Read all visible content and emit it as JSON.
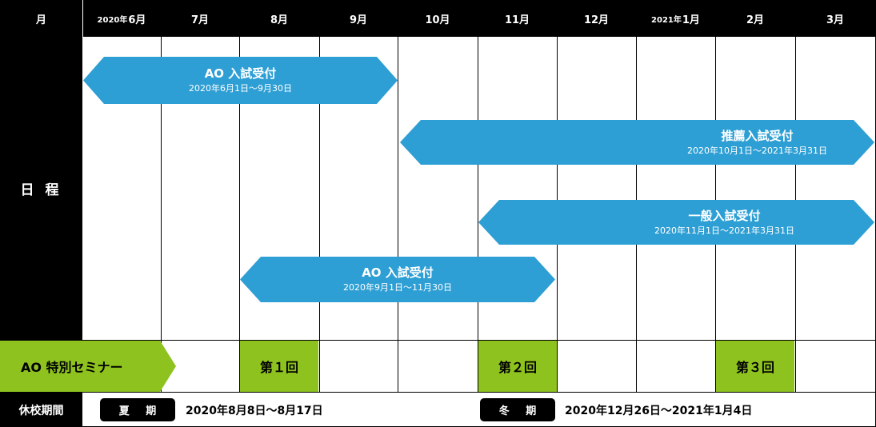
{
  "header": {
    "month_label": "月",
    "months": [
      {
        "year": "2020年",
        "month": "6月"
      },
      {
        "year": "",
        "month": "7月"
      },
      {
        "year": "",
        "month": "8月"
      },
      {
        "year": "",
        "month": "9月"
      },
      {
        "year": "",
        "month": "10月"
      },
      {
        "year": "",
        "month": "11月"
      },
      {
        "year": "",
        "month": "12月"
      },
      {
        "year": "2021年",
        "month": "1月"
      },
      {
        "year": "",
        "month": "2月"
      },
      {
        "year": "",
        "month": "3月"
      }
    ]
  },
  "schedule": {
    "label": "日 程",
    "bars": [
      {
        "title": "AO 入試受付",
        "dates": "2020年6月1日〜9月30日"
      },
      {
        "title": "推薦入試受付",
        "dates": "2020年10月1日〜2021年3月31日"
      },
      {
        "title": "一般入試受付",
        "dates": "2020年11月1日〜2021年3月31日"
      },
      {
        "title": "AO 入試受付",
        "dates": "2020年9月1日〜11月30日"
      }
    ]
  },
  "seminar": {
    "label": "AO 特別セミナー",
    "sessions": [
      "第１回",
      "第２回",
      "第３回"
    ]
  },
  "holidays": {
    "label": "休校期間",
    "summary": {
      "badge": "夏 期",
      "dates": "2020年8月8日〜8月17日"
    },
    "winter": {
      "badge": "冬 期",
      "dates": "2020年12月26日〜2021年1月4日"
    }
  },
  "colors": {
    "bar": "#2e9fd4",
    "seminar": "#8ec31f",
    "header": "#000000"
  }
}
